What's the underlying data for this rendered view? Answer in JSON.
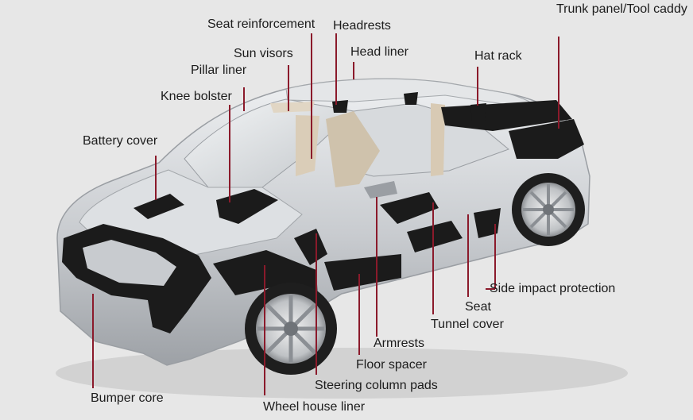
{
  "colors": {
    "background": "#e7e7e7",
    "leader_line": "#8b1a2b",
    "component_fill": "#1b1b1b",
    "car_body": "#c9ccd0",
    "accent_beige": "#d8cbb6"
  },
  "labels": {
    "seat_reinforcement": "Seat reinforcement",
    "headrests": "Headrests",
    "trunk_panel": "Trunk panel/Tool caddy",
    "sun_visors": "Sun visors",
    "head_liner": "Head liner",
    "hat_rack": "Hat rack",
    "pillar_liner": "Pillar liner",
    "knee_bolster": "Knee bolster",
    "battery_cover": "Battery cover",
    "side_impact": "Side impact protection",
    "seat": "Seat",
    "tunnel_cover": "Tunnel cover",
    "armrests": "Armrests",
    "floor_spacer": "Floor spacer",
    "steering_column_pads": "Steering column pads",
    "bumper_core": "Bumper core",
    "wheel_house_liner": "Wheel house liner"
  }
}
